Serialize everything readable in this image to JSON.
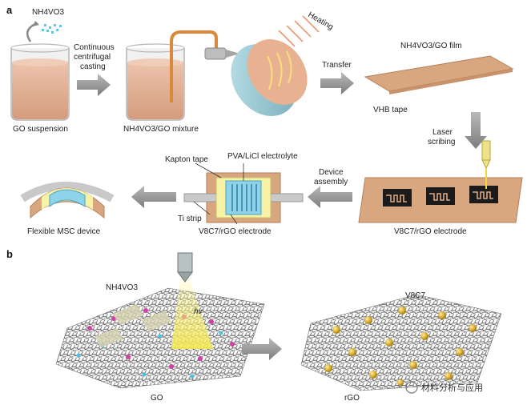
{
  "panels": {
    "a": "a",
    "b": "b"
  },
  "labels": {
    "nh4vo3_top": "NH4VO3",
    "continuous": "Continuous",
    "centrifugal": "centrifugal",
    "casting": "casting",
    "heating": "Heating",
    "go_suspension": "GO suspension",
    "mixture": "NH4VO3/GO mixture",
    "transfer": "Transfer",
    "film": "NH4VO3/GO film",
    "vhb": "VHB tape",
    "laser": "Laser",
    "scribing": "scribing",
    "device": "Device",
    "assembly": "assembly",
    "electrode_right": "V8C7/rGO electrode",
    "kapton": "Kapton tape",
    "electrolyte": "PVA/LiCl electrolyte",
    "ti_strip": "Ti strip",
    "electrode_mid": "V8C7/rGO electrode",
    "flexible": "Flexible MSC device",
    "nh4vo3_b": "NH4VO3",
    "hv": "hv",
    "v8c7": "V8C7",
    "go": "GO",
    "rgo": "rGO"
  },
  "watermark": "材料分析与应用",
  "colors": {
    "beaker_liquid": "#e2b49a",
    "film": "#d9a77f",
    "arrow_gray": "#9a9a9a",
    "electrolyte_blue": "#8fd3ea",
    "tape_yellow": "#f7f3a6",
    "heating_red": "#f08a5d",
    "nanoparticle": "#d1a52a"
  }
}
